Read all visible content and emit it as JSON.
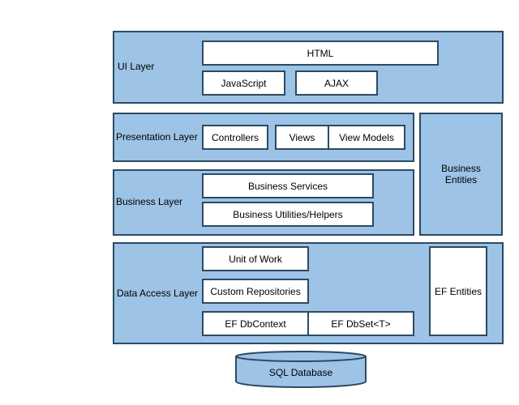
{
  "ui_layer": {
    "label": "UI Layer",
    "html": "HTML",
    "javascript": "JavaScript",
    "ajax": "AJAX"
  },
  "presentation_layer": {
    "label": "Presentation Layer",
    "controllers": "Controllers",
    "views": "Views",
    "view_models": "View Models"
  },
  "business_layer": {
    "label": "Business Layer",
    "services": "Business Services",
    "utilities": "Business Utilities/Helpers"
  },
  "business_entities": {
    "label_line1": "Business",
    "label_line2": "Entities"
  },
  "data_access_layer": {
    "label": "Data Access Layer",
    "unit_of_work": "Unit of Work",
    "custom_repositories": "Custom Repositories",
    "ef_dbcontext": "EF DbContext",
    "ef_dbset": "EF DbSet<T>",
    "ef_entities": "EF Entities"
  },
  "database": {
    "label": "SQL Database"
  },
  "colors": {
    "layer_fill": "#9dc3e6",
    "border": "#2c4a63",
    "box_fill": "#ffffff"
  }
}
